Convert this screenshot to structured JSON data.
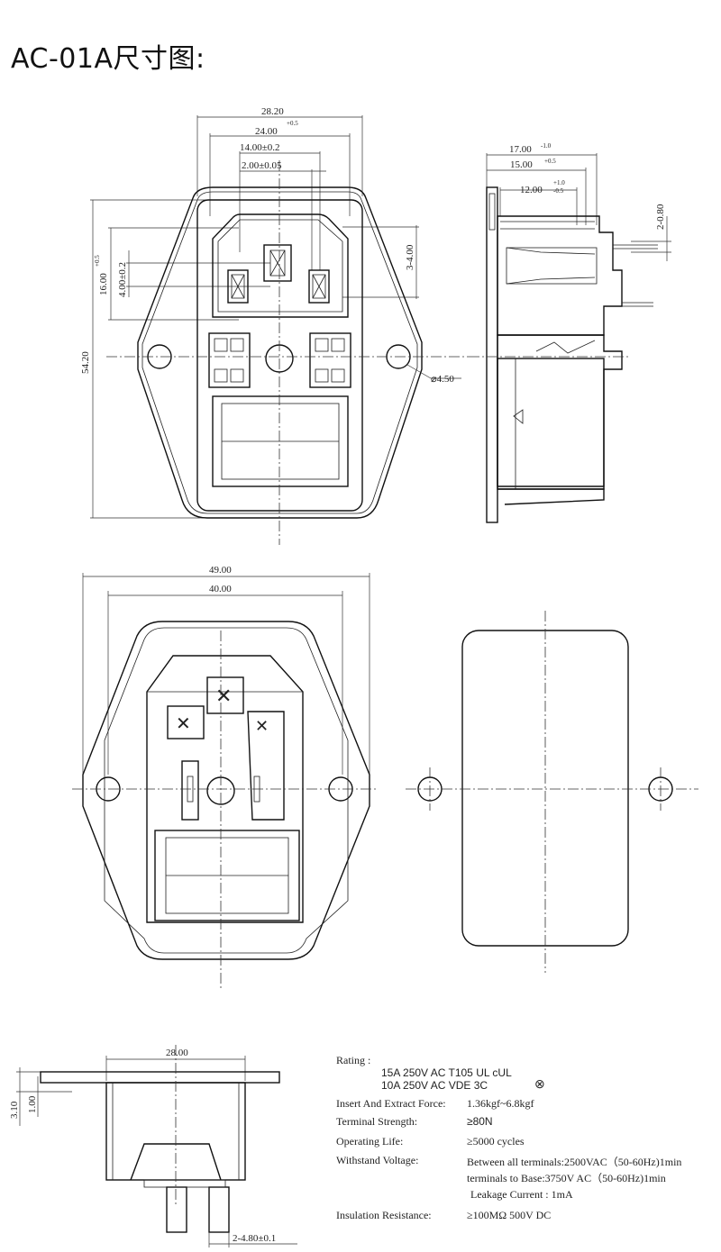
{
  "title": "AC-01A尺寸图:",
  "front_view": {
    "dim_width_overall": "28.20",
    "dim_width_inner": "24.00",
    "dim_width_inner_tol": "+0.5",
    "dim_pin_spacing": "14.00±0.2",
    "dim_pin_width": "2.00±0.05",
    "dim_height_overall": "54.20",
    "dim_height_socket": "16.00",
    "dim_height_socket_tol": "+0.5",
    "dim_pin_height": "4.00±0.2",
    "dim_top_offset": "3-4.00",
    "dim_hole": "⌀4.50"
  },
  "side_view": {
    "dim_a": "17.00",
    "dim_a_tol": "-1.0",
    "dim_b": "15.00",
    "dim_b_tol": "+0.5",
    "dim_c": "12.00",
    "dim_c_tol": "+1.0",
    "dim_c_tol2": "-0.5",
    "dim_thickness": "2-0.80"
  },
  "rear_view": {
    "dim_width_overall": "49.00",
    "dim_width_inner": "40.00"
  },
  "bottom_view": {
    "dim_width": "28.00",
    "dim_h1": "3.10",
    "dim_h2": "1.00",
    "dim_terminal": "2-4.80±0.1"
  },
  "specs": {
    "rating_label": "Rating :",
    "rating_line1": "15A 250V AC   T105   UL    cUL",
    "rating_line2": "10A 250V AC   VDE   3C",
    "insert_label": "Insert And Extract Force:",
    "insert_value": "1.36kgf~6.8kgf",
    "terminal_label": "Terminal  Strength:",
    "terminal_value": "≥80N",
    "life_label": "Operating Life:",
    "life_value": "≥5000  cycles",
    "withstand_label": "Withstand Voltage:",
    "withstand_value1": "Between all terminals:2500VAC（50-60Hz)1min",
    "withstand_value2": "terminals to Base:3750V AC（50-60Hz)1min",
    "withstand_value3": "Leakage Current :  1mA",
    "insulation_label": "Insulation Resistance:",
    "insulation_value": "≥100MΩ   500V DC"
  }
}
